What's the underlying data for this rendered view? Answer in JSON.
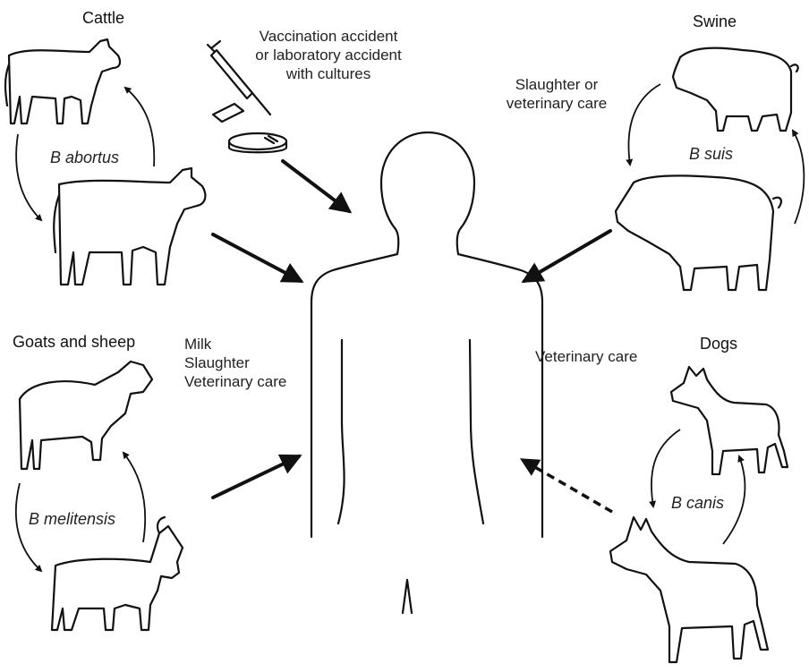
{
  "labels": {
    "cattle": "Cattle",
    "b_abortus": "B abortus",
    "swine": "Swine",
    "b_suis": "B suis",
    "goats_sheep": "Goats and sheep",
    "b_melitensis": "B melitensis",
    "dogs": "Dogs",
    "b_canis": "B canis",
    "vaccination": [
      "Vaccination accident",
      "or laboratory accident",
      "with cultures"
    ],
    "slaughter_vet": [
      "Slaughter or",
      "veterinary care"
    ],
    "milk_group": [
      "Milk",
      "Slaughter",
      "Veterinary care"
    ],
    "vet_care": "Veterinary care"
  },
  "transmission_routes": [
    {
      "from": "Cattle",
      "to": "Human",
      "style": "solid"
    },
    {
      "from": "Swine",
      "to": "Human",
      "style": "solid"
    },
    {
      "from": "Goats and sheep",
      "to": "Human",
      "style": "solid"
    },
    {
      "from": "Dogs",
      "to": "Human",
      "style": "dashed"
    },
    {
      "from": "Vaccination accident or laboratory accident with cultures",
      "to": "Human",
      "style": "solid"
    }
  ]
}
